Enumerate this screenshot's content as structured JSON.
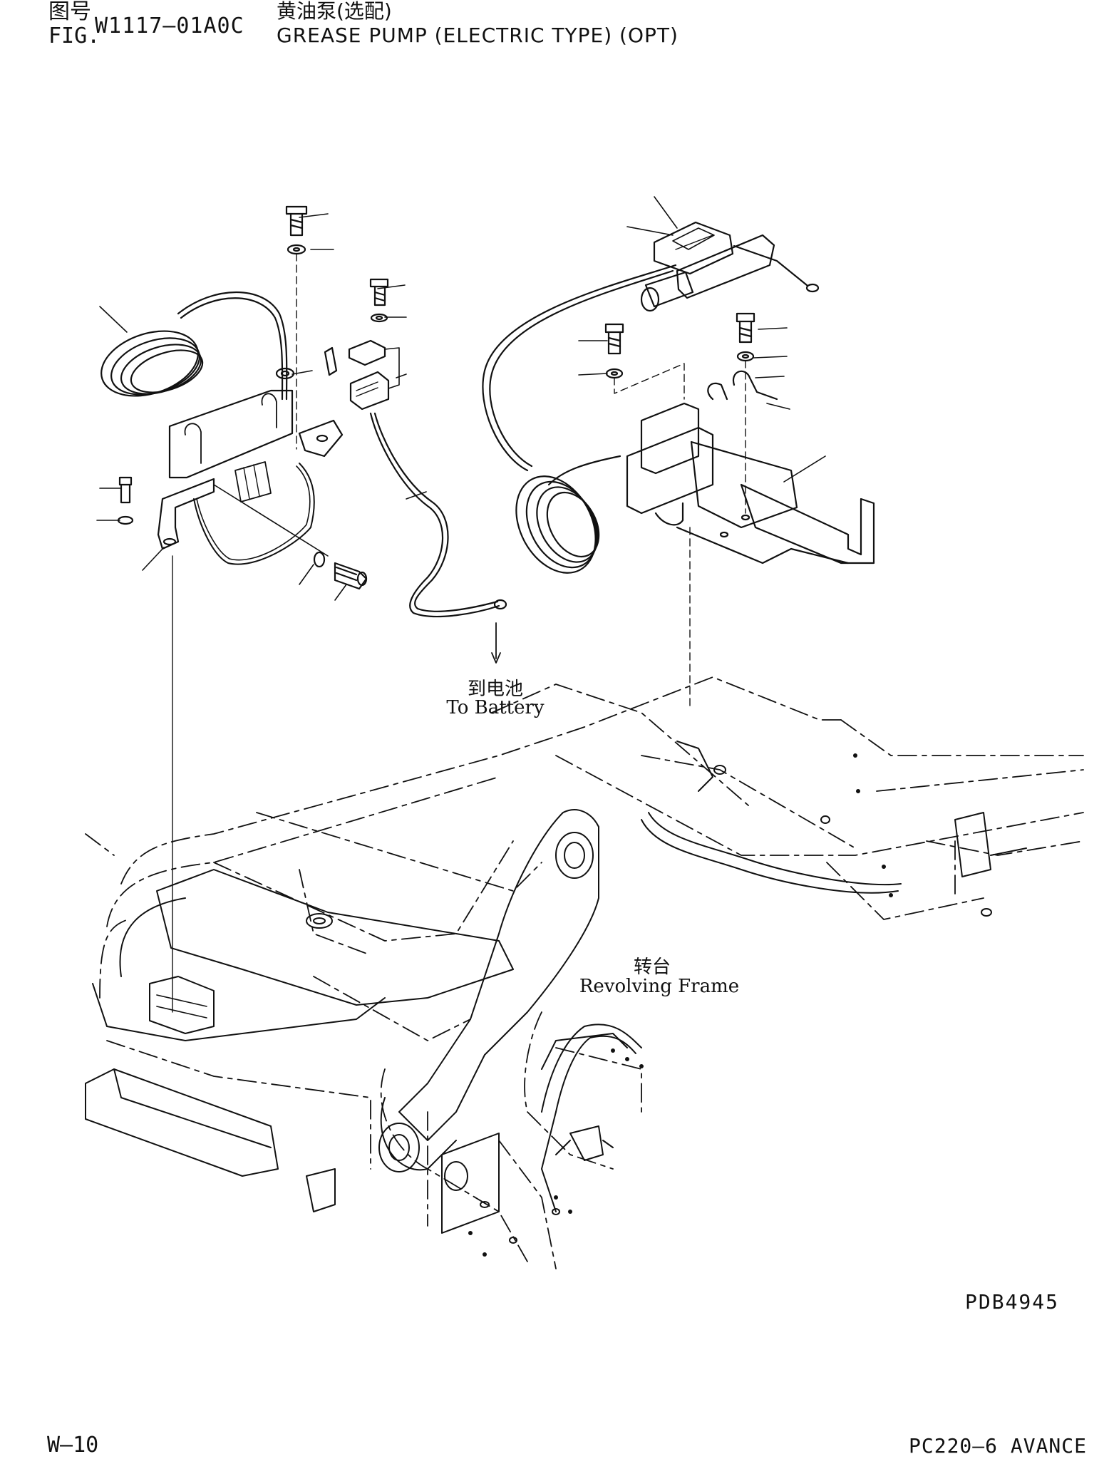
{
  "header": {
    "fig_label_cn": "图号",
    "fig_label_en": "FIG.",
    "fig_number": "W1117—01A0C",
    "title_cn": "黄油泵(选配)",
    "title_en": "GREASE PUMP (ELECTRIC TYPE) (OPT)"
  },
  "labels": {
    "to_battery_cn": "到电池",
    "to_battery_en": "To Battery",
    "revolving_frame_cn": "转台",
    "revolving_frame_en": "Revolving Frame"
  },
  "drawing_code": "PDB4945",
  "footer": {
    "page": "W—10",
    "model": "PC220—6 AVANCE"
  }
}
